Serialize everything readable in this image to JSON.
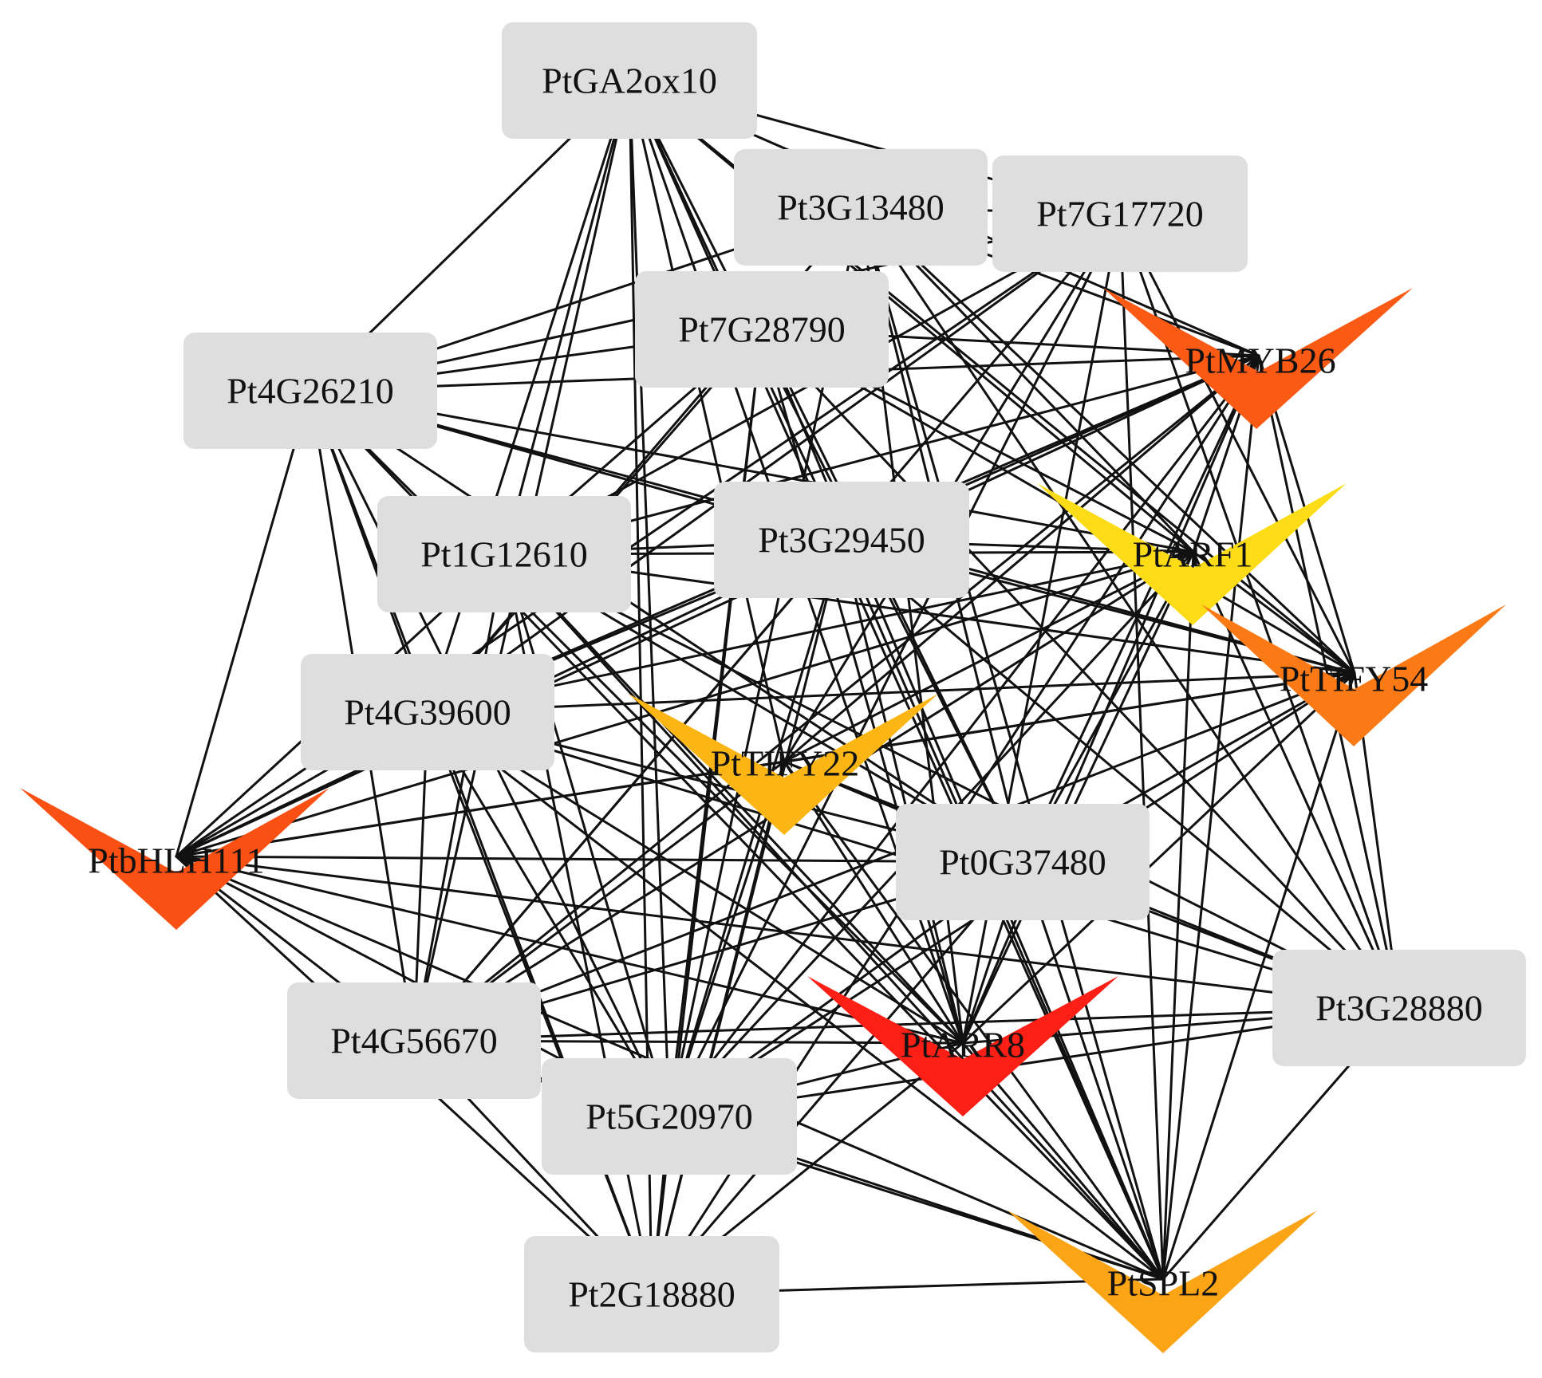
{
  "network": {
    "nodes": [
      {
        "id": "PtGA2ox10",
        "label": "PtGA2ox10",
        "shape": "rect"
      },
      {
        "id": "Pt3G13480",
        "label": "Pt3G13480",
        "shape": "rect"
      },
      {
        "id": "Pt7G17720",
        "label": "Pt7G17720",
        "shape": "rect"
      },
      {
        "id": "Pt7G28790",
        "label": "Pt7G28790",
        "shape": "rect"
      },
      {
        "id": "Pt4G26210",
        "label": "Pt4G26210",
        "shape": "rect"
      },
      {
        "id": "Pt1G12610",
        "label": "Pt1G12610",
        "shape": "rect"
      },
      {
        "id": "Pt3G29450",
        "label": "Pt3G29450",
        "shape": "rect"
      },
      {
        "id": "Pt4G39600",
        "label": "Pt4G39600",
        "shape": "rect"
      },
      {
        "id": "Pt0G37480",
        "label": "Pt0G37480",
        "shape": "rect"
      },
      {
        "id": "Pt3G28880",
        "label": "Pt3G28880",
        "shape": "rect"
      },
      {
        "id": "Pt4G56670",
        "label": "Pt4G56670",
        "shape": "rect"
      },
      {
        "id": "Pt5G20970",
        "label": "Pt5G20970",
        "shape": "rect"
      },
      {
        "id": "Pt2G18880",
        "label": "Pt2G18880",
        "shape": "rect"
      },
      {
        "id": "PtMYB26",
        "label": "PtMYB26",
        "shape": "v",
        "color": "#fb5a14"
      },
      {
        "id": "PtARF1",
        "label": "PtARF1",
        "shape": "v",
        "color": "#fcdc16"
      },
      {
        "id": "PtTIFY54",
        "label": "PtTIFY54",
        "shape": "v",
        "color": "#fb7a16"
      },
      {
        "id": "PtTIFY22",
        "label": "PtTIFY22",
        "shape": "v",
        "color": "#fbb515"
      },
      {
        "id": "PtbHLH111",
        "label": "PtbHLH111",
        "shape": "v",
        "color": "#fb5014"
      },
      {
        "id": "PtARR8",
        "label": "PtARR8",
        "shape": "v",
        "color": "#fb1f16"
      },
      {
        "id": "PtSPL2",
        "label": "PtSPL2",
        "shape": "v",
        "color": "#fba415"
      }
    ],
    "hub_genes": [
      "PtMYB26",
      "PtARF1",
      "PtTIFY54",
      "PtTIFY22",
      "PtbHLH111",
      "PtARR8",
      "PtSPL2"
    ],
    "edge_color": "#111111",
    "rect_fill": "#dedede"
  }
}
